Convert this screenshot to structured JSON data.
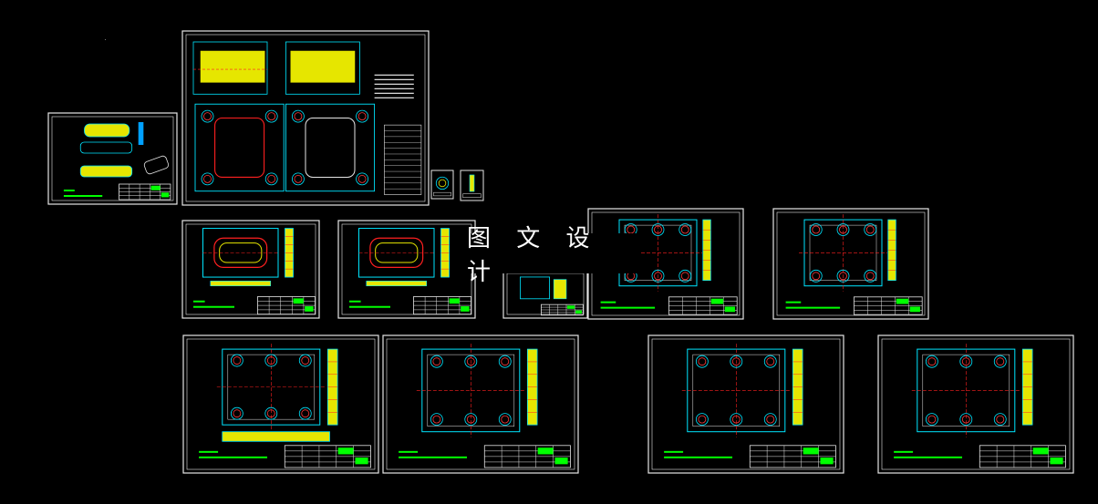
{
  "watermark": {
    "text": "图 文 设 计"
  },
  "colors": {
    "background": "#000000",
    "sheet_border": "#e6e6e6",
    "outline": "#00e5ff",
    "fill": "#e6e600",
    "accent": "#ff2020",
    "hole": "#ff3b3b",
    "note": "#00ff00",
    "block": "#00a0ff"
  },
  "sheets": [
    {
      "id": "main-assembly-drawing",
      "kind": "assembly"
    },
    {
      "id": "parts-view-drawing",
      "kind": "parts"
    },
    {
      "id": "small-detail-drawing-a",
      "kind": "mini"
    },
    {
      "id": "small-detail-drawing-b",
      "kind": "mini"
    },
    {
      "id": "cavity-drawing-1",
      "kind": "cavity"
    },
    {
      "id": "cavity-drawing-2",
      "kind": "cavity"
    },
    {
      "id": "insert-drawing",
      "kind": "insert"
    },
    {
      "id": "plate-drawing-1",
      "kind": "plate"
    },
    {
      "id": "plate-drawing-2",
      "kind": "plate"
    },
    {
      "id": "plate-drawing-3",
      "kind": "bigplate"
    },
    {
      "id": "plate-drawing-4",
      "kind": "plate"
    },
    {
      "id": "plate-drawing-5",
      "kind": "plate"
    },
    {
      "id": "plate-drawing-6",
      "kind": "plate"
    }
  ]
}
